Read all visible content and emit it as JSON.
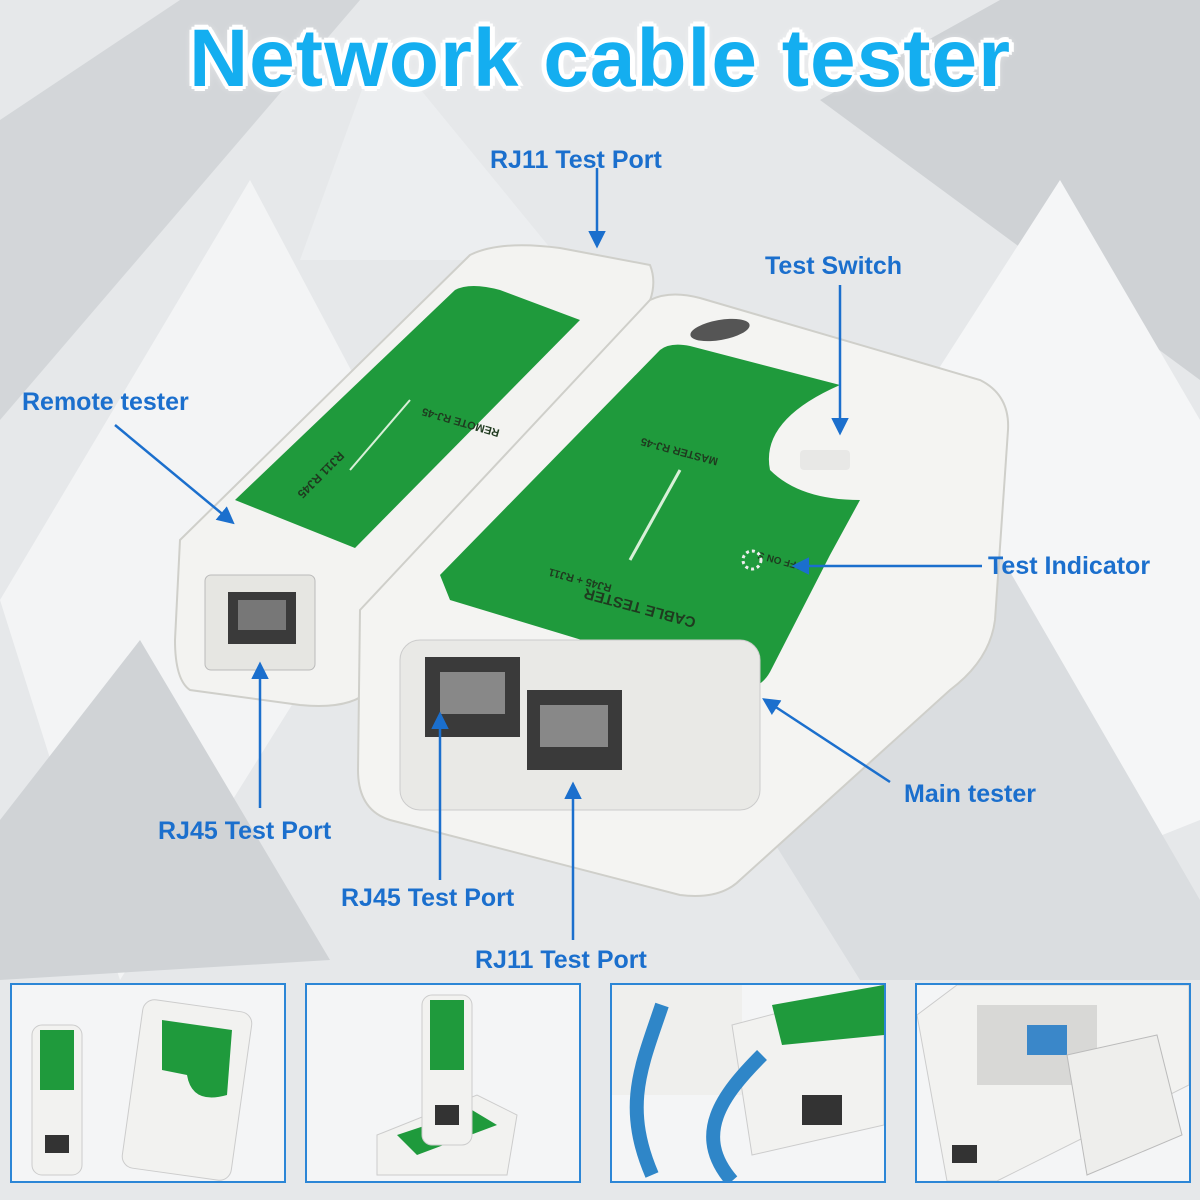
{
  "title": "Network cable tester",
  "labels": {
    "rj11_top": "RJ11 Test Port",
    "test_switch": "Test Switch",
    "remote_tester": "Remote tester",
    "test_indicator": "Test Indicator",
    "main_tester": "Main tester",
    "rj45_remote": "RJ45 Test Port",
    "rj45_main": "RJ45 Test Port",
    "rj11_main": "RJ11 Test Port"
  },
  "device_print": {
    "main_name": "CABLE TESTER",
    "main_ports": "RJ45 + RJ11",
    "main_master": "MASTER RJ-45",
    "main_switch": "OFF ON S",
    "remote_name": "REMOTE RJ-45",
    "remote_ports": "RJ11 RJ45"
  },
  "colors": {
    "title": "#14aef0",
    "label": "#1b6fcd",
    "panel": "#1f9a3c",
    "thumb_border": "#2c86d6"
  }
}
